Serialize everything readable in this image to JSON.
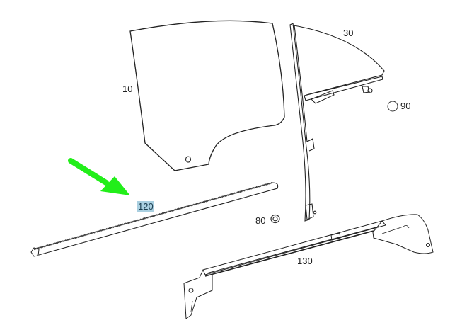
{
  "diagram": {
    "type": "exploded-parts-diagram",
    "subject": "rear door window glass and regulator",
    "highlight_color": "#a9cfe0",
    "arrow_color": "#22ee1a",
    "parts": [
      {
        "number": "10",
        "description": "door window glass pane"
      },
      {
        "number": "30",
        "description": "quarter window glass with guide rail"
      },
      {
        "number": "80",
        "description": "nut / grommet"
      },
      {
        "number": "90",
        "description": "plug / round cap"
      },
      {
        "number": "120",
        "description": "window seal strip (highlighted)",
        "highlighted": true
      },
      {
        "number": "130",
        "description": "window regulator assembly"
      }
    ],
    "labels": {
      "p10": "10",
      "p30": "30",
      "p80": "80",
      "p90": "90",
      "p120": "120",
      "p130": "130"
    },
    "callout": {
      "target": "120",
      "icon": "green-arrow"
    }
  }
}
